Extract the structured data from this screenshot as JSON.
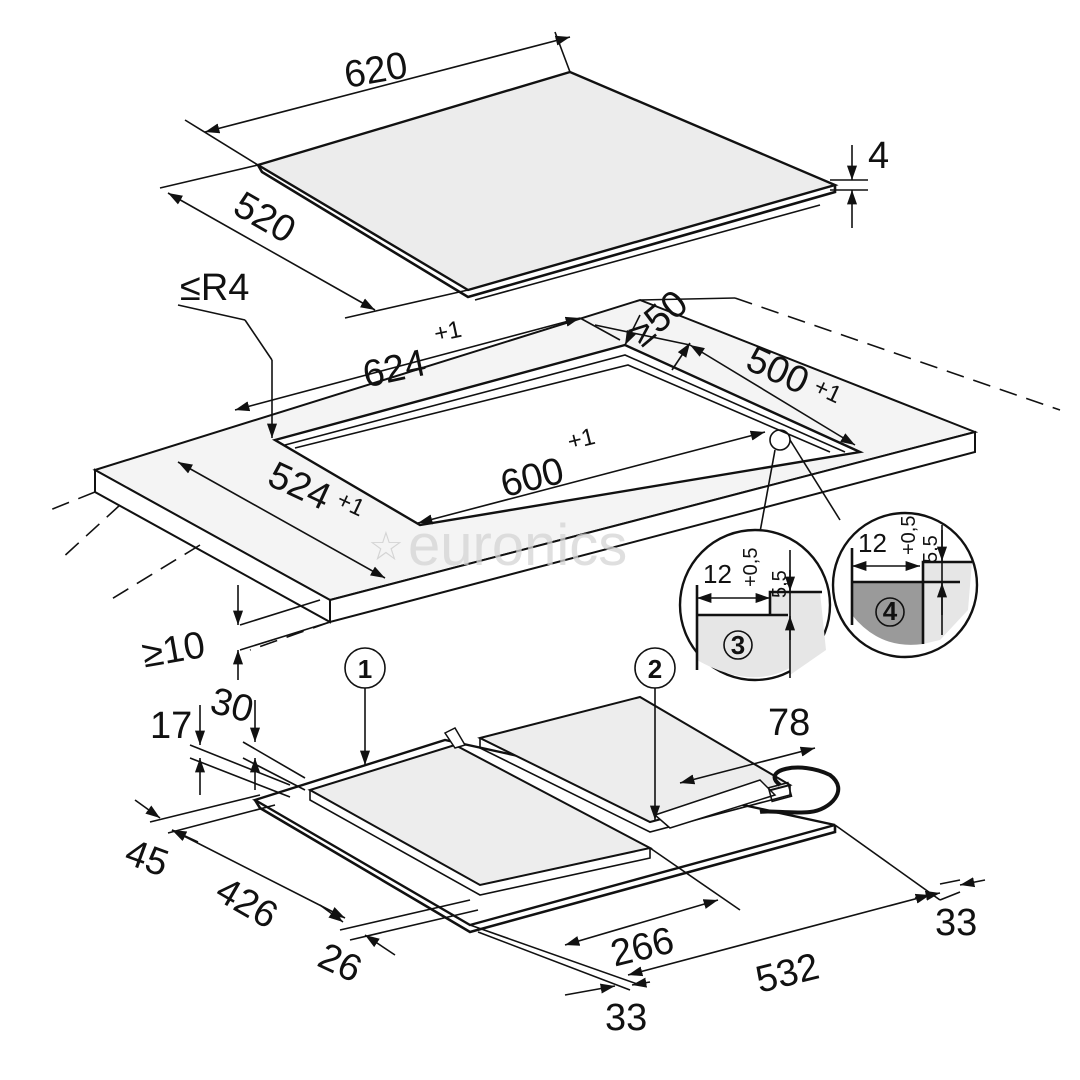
{
  "glass_top": {
    "width": "620",
    "depth": "520",
    "thickness": "4"
  },
  "cutout": {
    "corner_radius": "≤R4",
    "outer_width": "624",
    "outer_depth": "500",
    "inner_width": "600",
    "inner_depth": "524",
    "tolerance": "+1",
    "min_edge_distance": "≥50",
    "min_wall_distance": "≥10"
  },
  "detail_3": {
    "number": "3",
    "width": "12",
    "depth": "5,5",
    "tolerance": "+0,5"
  },
  "detail_4": {
    "number": "4",
    "width": "12",
    "depth": "5,5",
    "tolerance": "+0,5"
  },
  "hob_unit": {
    "callout_1": "1",
    "callout_2": "2",
    "dims": {
      "h17": "17",
      "h30": "30",
      "d45": "45",
      "d426": "426",
      "d26": "26",
      "d266": "266",
      "d532": "532",
      "d33_left": "33",
      "d33_right": "33",
      "d78": "78"
    }
  },
  "watermark": "euronics",
  "colors": {
    "line": "#111111",
    "surface_light": "#ececec",
    "surface_dark": "#9a9a9a",
    "watermark": "#d4d4d4"
  }
}
